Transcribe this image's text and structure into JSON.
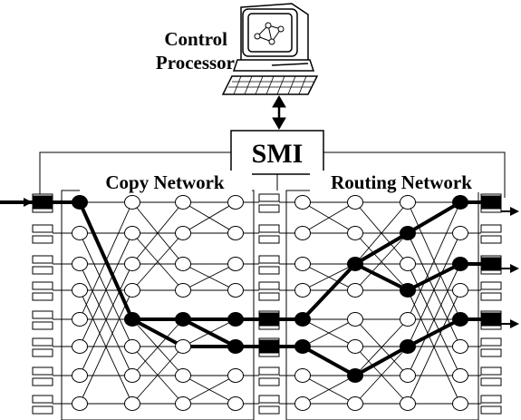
{
  "labels": {
    "control_line1": "Control",
    "control_line2": "Processor",
    "smi": "SMI",
    "copy_network": "Copy Network",
    "routing_network": "Routing Network"
  },
  "icons": {
    "computer": "computer-workstation-icon",
    "arrow": "bidirectional-arrow-icon"
  },
  "colors": {
    "ink": "#000000",
    "paper": "#ffffff"
  }
}
